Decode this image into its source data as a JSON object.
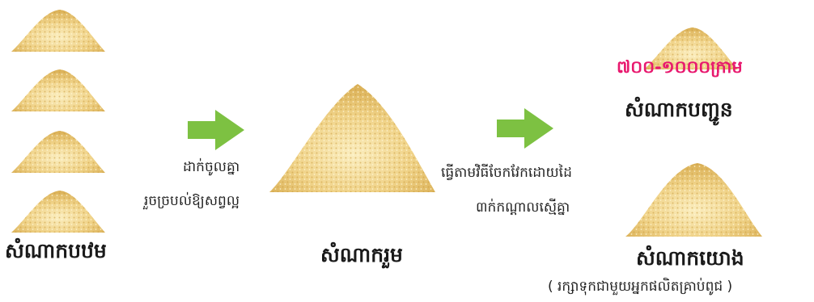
{
  "colors": {
    "arrow": "#7dc142",
    "weight_text": "#e8186e",
    "pile_light": "#f7e3a3",
    "pile_dark": "#d4a646"
  },
  "icons": {
    "pile": "grain-pile-icon",
    "arrow": "right-arrow-icon"
  },
  "labels": {
    "primary": "សំណាកបឋម",
    "composite": "សំណាករួម",
    "submit": "សំណាកបញ្ជូន",
    "reserve": "សំណាកយោង",
    "reserve_note": "( រក្សាទុកជាមួយអ្នកផលិតគ្រាប់ពូជ )",
    "weight": "៧០០-១០០០ក្រាម"
  },
  "steps": {
    "mix_line1": "ដាក់ចូលគ្នា",
    "mix_line2": "រួចច្របល់ឱ្យសព្វល្អ",
    "divide_line1": "ធ្វើតាមវិធីចែកវែកដោយដៃ",
    "divide_line2": "៣ក់កណ្ដាលស្មើគ្នា"
  }
}
